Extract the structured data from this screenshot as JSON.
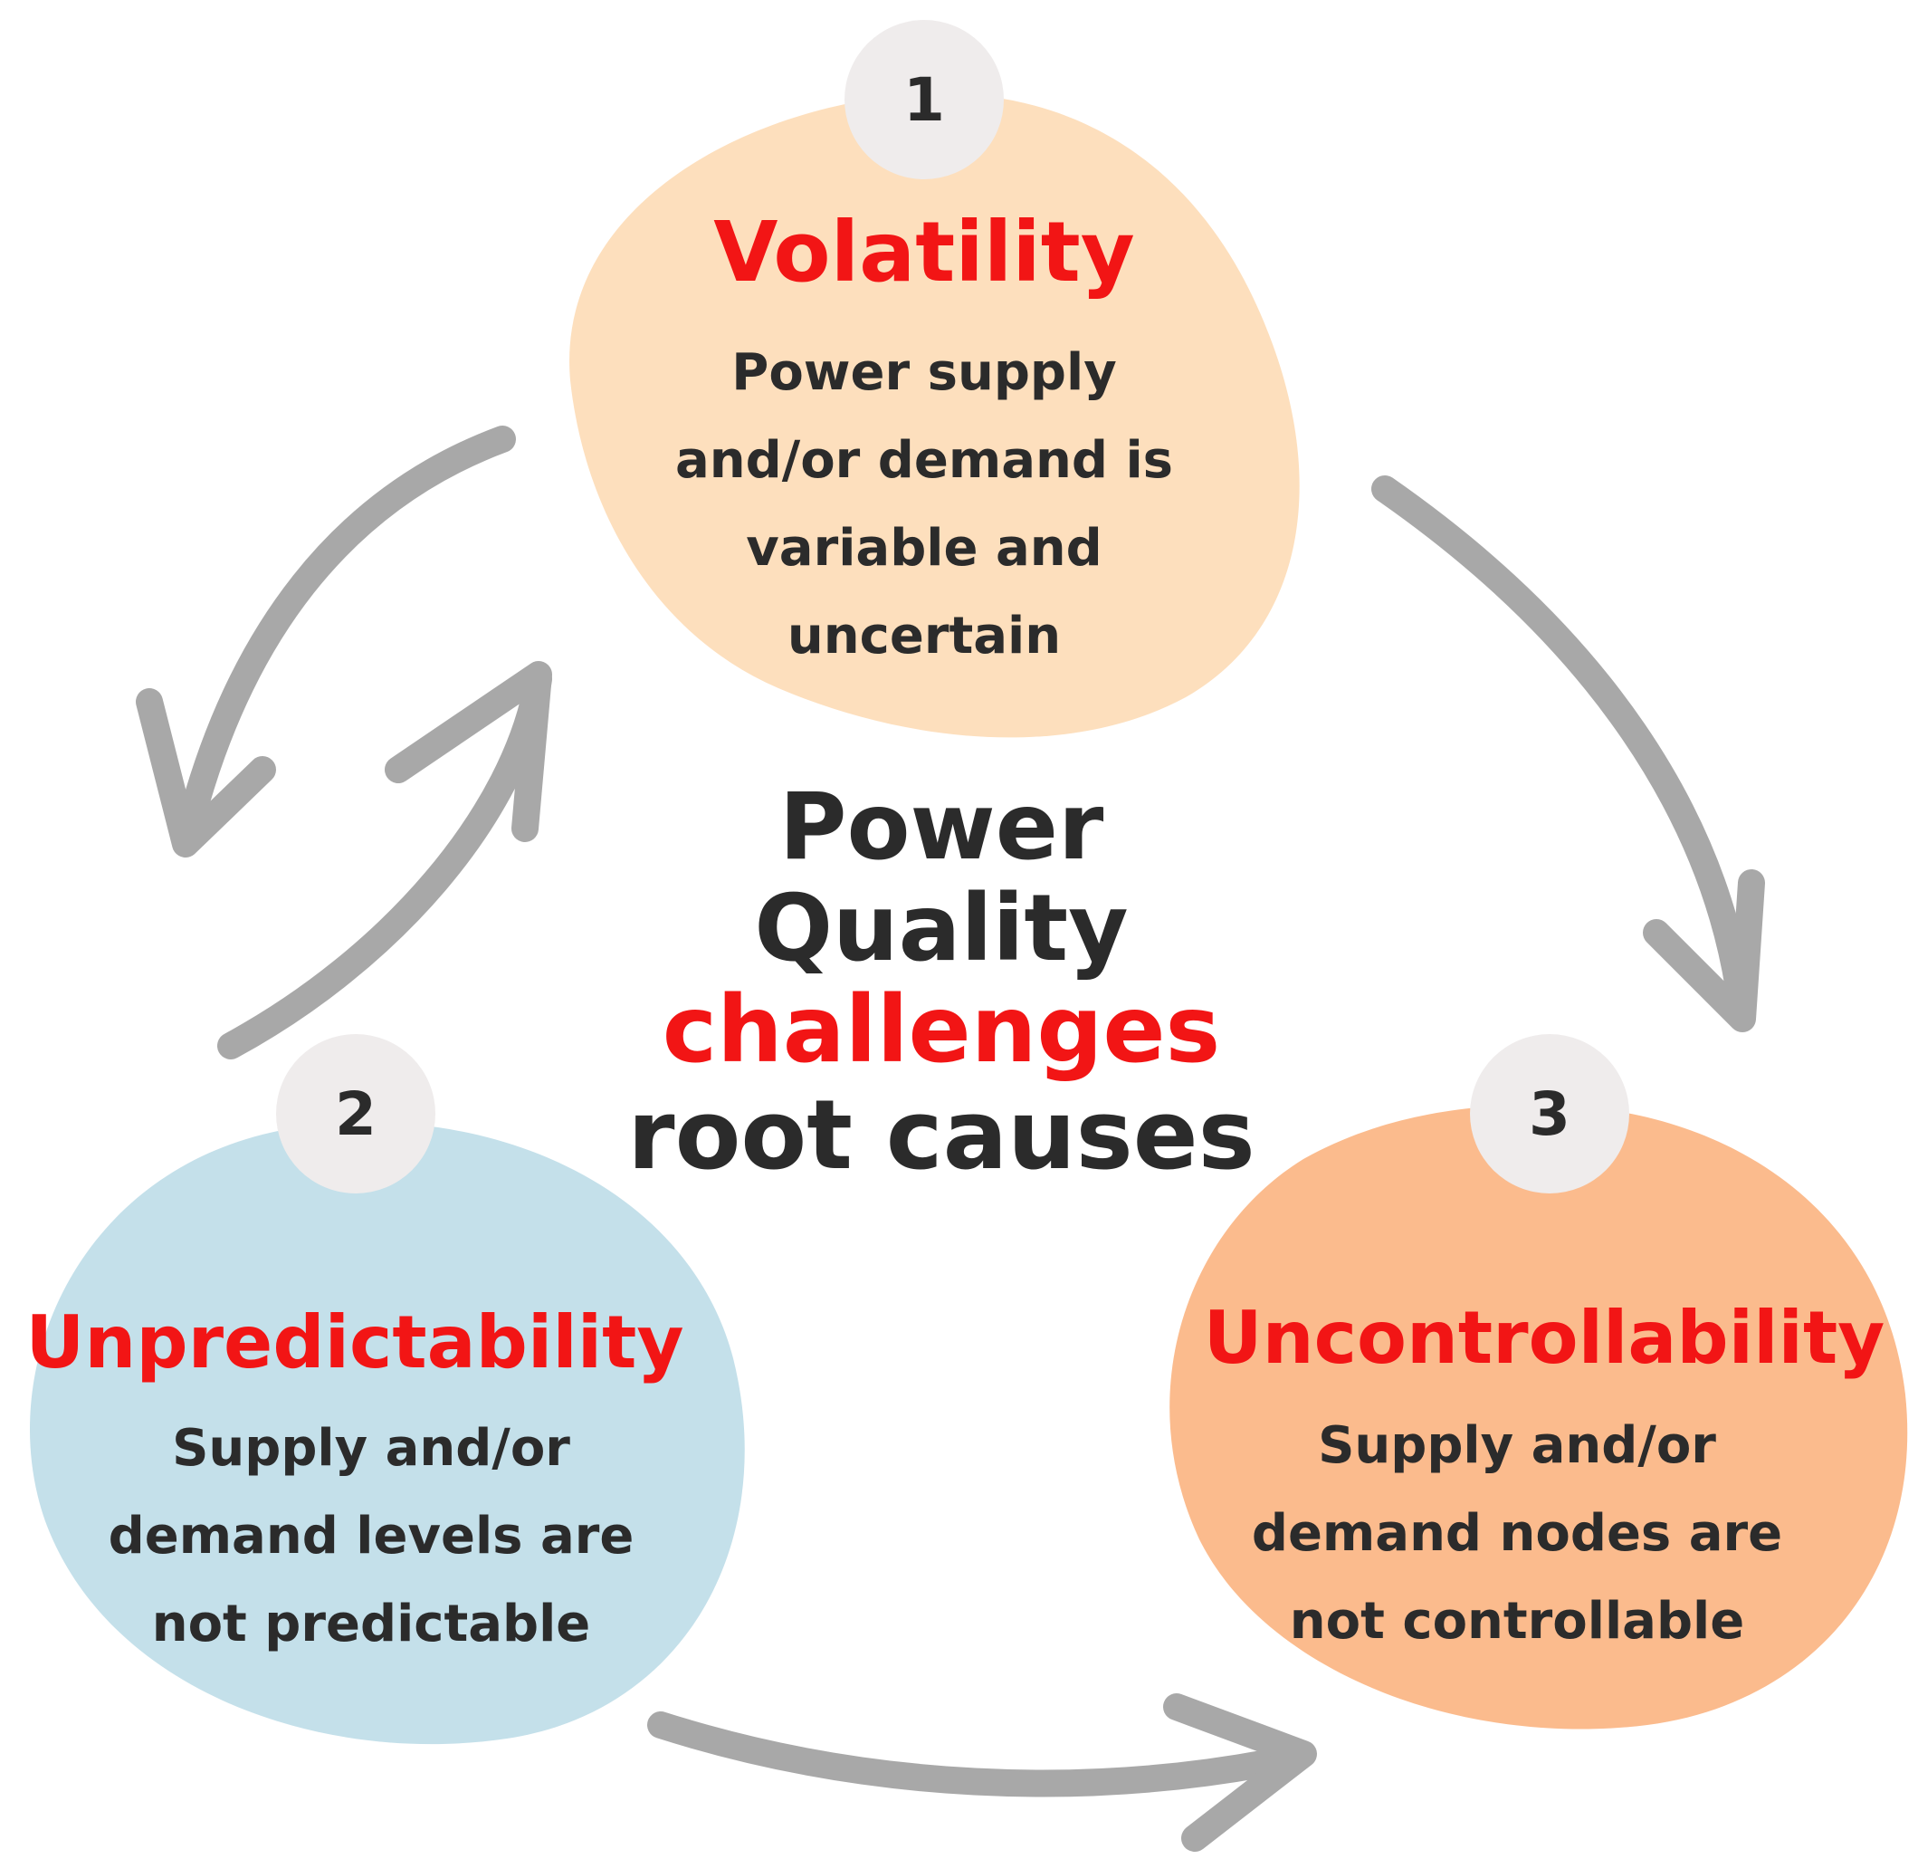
{
  "colors": {
    "accent_red": "#f21515",
    "text_dark": "#2b2b2b",
    "arrow_gray": "#a8a8a8",
    "badge_gray": "#efecec",
    "blob_volatility": "#fddfbd",
    "blob_unpredictability": "#c4e0ea",
    "blob_uncontrollability": "#fbbb8d"
  },
  "center": {
    "line1": "Power",
    "line2": "Quality",
    "line3": "challenges",
    "line4": "root causes"
  },
  "causes": [
    {
      "number": "1",
      "title": "Volatility",
      "lines": [
        "Power supply",
        "and/or demand is",
        "variable and",
        "uncertain"
      ]
    },
    {
      "number": "2",
      "title": "Unpredictability",
      "lines": [
        "Supply and/or",
        "demand levels are",
        "not predictable"
      ]
    },
    {
      "number": "3",
      "title": "Uncontrollability",
      "lines": [
        "Supply and/or",
        "demand nodes are",
        "not controllable"
      ]
    }
  ],
  "arrows": [
    {
      "from": "Volatility",
      "to": "Uncontrollability"
    },
    {
      "from": "Unpredictability",
      "to": "Uncontrollability"
    },
    {
      "from": "Volatility",
      "to": "Unpredictability"
    },
    {
      "from": "Unpredictability",
      "to": "Volatility"
    }
  ]
}
